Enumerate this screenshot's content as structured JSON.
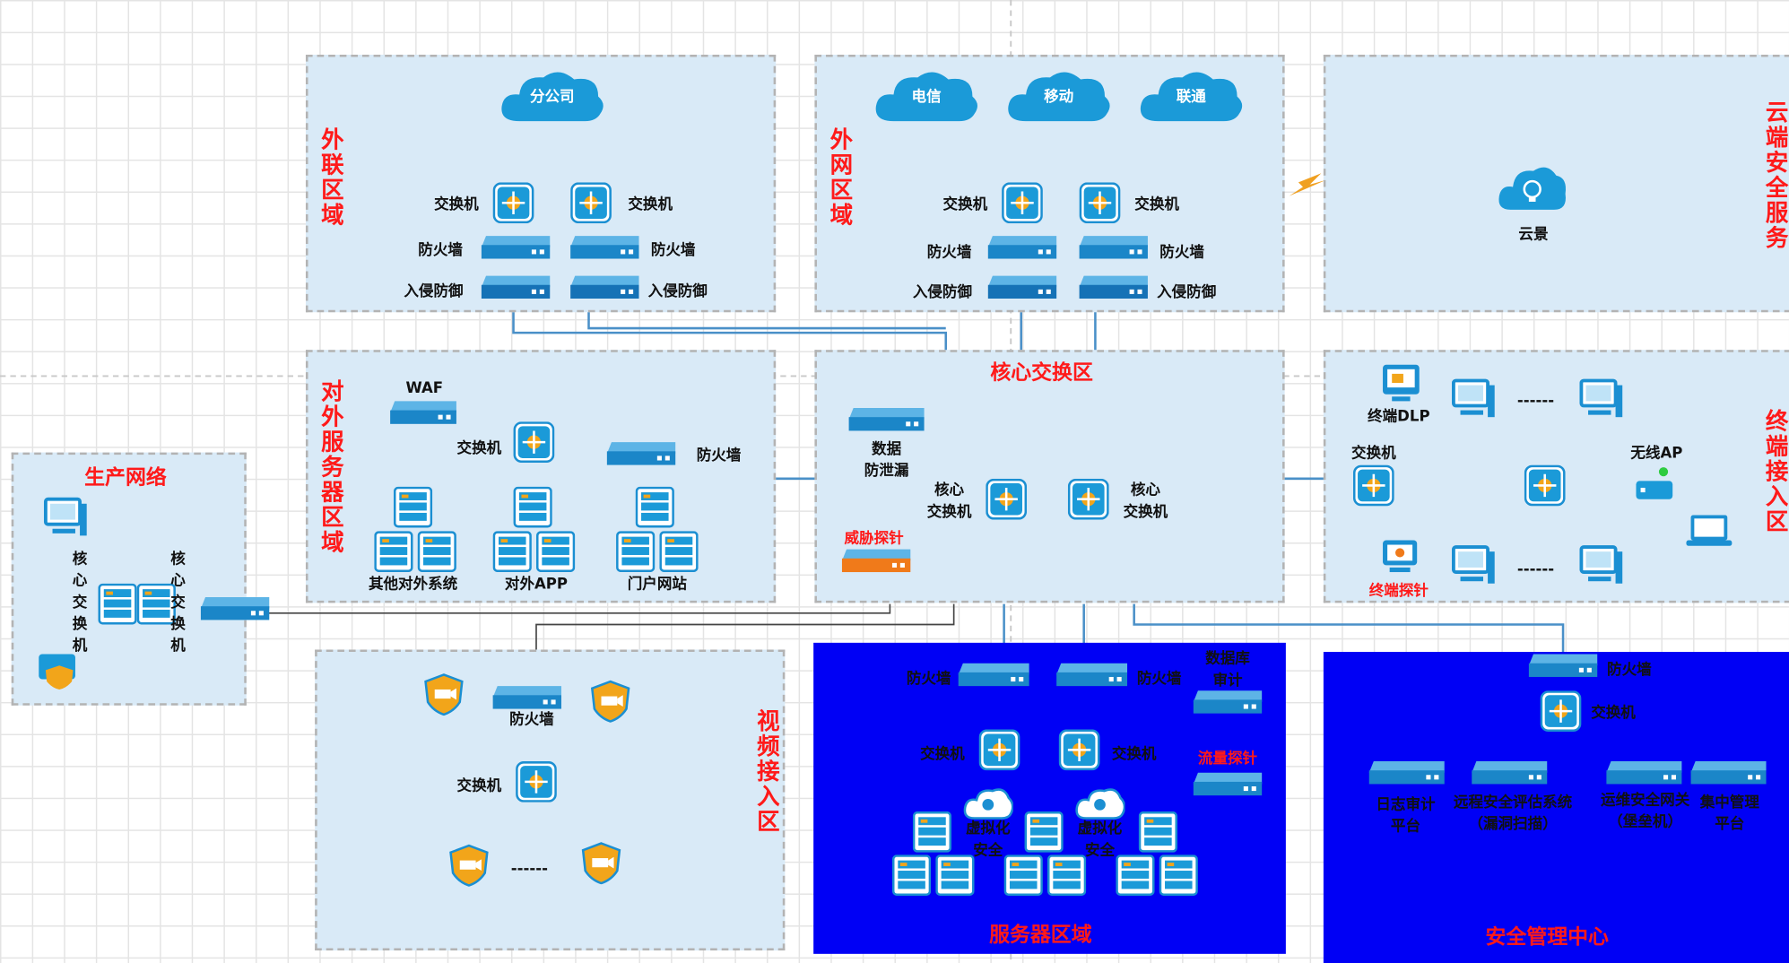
{
  "zones": {
    "external": {
      "title": "外联区域",
      "cloud": "分公司",
      "switch": "交换机",
      "firewall": "防火墙",
      "ips": "入侵防御"
    },
    "internet": {
      "title": "外网区域",
      "clouds": [
        "电信",
        "移动",
        "联通"
      ],
      "switch": "交换机",
      "firewall": "防火墙",
      "ips": "入侵防御"
    },
    "cloud_security": {
      "title": "云端安全服务",
      "item": "云景"
    },
    "dmz": {
      "title": "对外服务器区域",
      "waf": "WAF",
      "switch": "交换机",
      "firewall": "防火墙",
      "servers": [
        "其他对外系统",
        "对外APP",
        "门户网站"
      ]
    },
    "core": {
      "title": "核心交换区",
      "dlp": "数据\n防泄漏",
      "core_switch": "核心\n交换机",
      "probe": "威胁探针"
    },
    "terminal": {
      "title": "终端接入区",
      "dlp": "终端DLP",
      "switch": "交换机",
      "ap": "无线AP",
      "probe": "终端探针",
      "dots": "------"
    },
    "production": {
      "title": "生产网络",
      "core_switch": "核\n心\n交\n换\n机"
    },
    "video": {
      "title": "视频接入区",
      "firewall": "防火墙",
      "switch": "交换机",
      "dots": "------"
    },
    "server": {
      "title": "服务器区域",
      "firewall": "防火墙",
      "db_audit": "数据库\n审计",
      "switch": "交换机",
      "flow_probe": "流量探针",
      "virt": "虚拟化\n安全"
    },
    "soc": {
      "title": "安全管理中心",
      "firewall": "防火墙",
      "switch": "交换机",
      "items": [
        "日志审计\n平台",
        "远程安全评估系统\n（漏洞扫描）",
        "运维安全网关\n（堡垒机）",
        "集中管理\n平台"
      ]
    }
  }
}
